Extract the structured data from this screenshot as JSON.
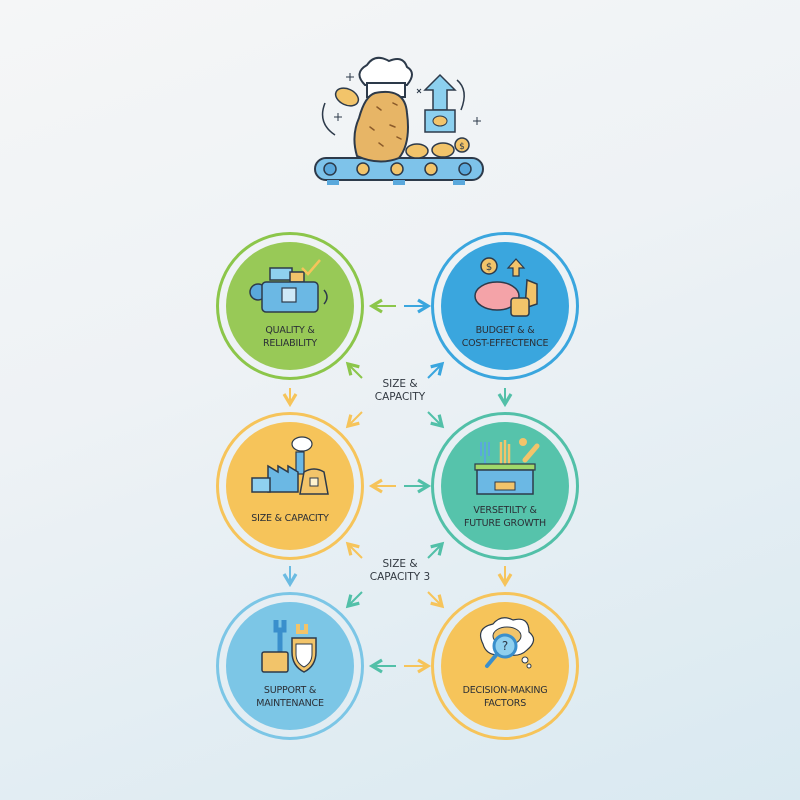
{
  "diagram": {
    "hero": {
      "icon": "potato-chef-conveyor-icon",
      "description": "Potato with chef hat on conveyor belt with chips, coin and up-arrow"
    },
    "colors": {
      "background_top": "#f5f6f7",
      "background_bottom": "#d9e9f1",
      "green": "#8cc64a",
      "blue": "#3aa6de",
      "yellow": "#f6c45a",
      "teal": "#52c0a8",
      "light_blue": "#7cc6e6",
      "text": "#2b2f36"
    },
    "nodes": [
      {
        "id": "quality",
        "label": "QUALITY &\nRELIABILITY",
        "color": "#8cc64a",
        "icon": "machine-check-icon"
      },
      {
        "id": "budget",
        "label": "BUDGET & &\nCOST-EFFECTENCE",
        "color": "#3aa6de",
        "icon": "piggy-bank-icon"
      },
      {
        "id": "size",
        "label": "SIZE & CAPACITY",
        "color": "#f6c45a",
        "icon": "factory-icon"
      },
      {
        "id": "versatility",
        "label": "VERSETILTY &\nFUTURE GROWTH",
        "color": "#52c0a8",
        "icon": "fries-machine-icon"
      },
      {
        "id": "support",
        "label": "SUPPORT &\nMAINTENANCE",
        "color": "#7cc6e6",
        "icon": "wrench-toolbox-icon"
      },
      {
        "id": "decision",
        "label": "DECISION-MAKING\nFACTORS",
        "color": "#f6c45a",
        "icon": "brain-magnifier-icon"
      }
    ],
    "center_labels": [
      {
        "text": "SIZE &\nCAPACITY"
      },
      {
        "text": "SIZE &\nCAPACITY 3"
      }
    ],
    "connections": [
      {
        "from": "quality",
        "to": "budget",
        "type": "bidirectional-horizontal"
      },
      {
        "from": "size",
        "to": "versatility",
        "type": "bidirectional-horizontal"
      },
      {
        "from": "support",
        "to": "decision",
        "type": "bidirectional-horizontal"
      },
      {
        "from": "quality",
        "to": "size",
        "type": "down"
      },
      {
        "from": "budget",
        "to": "versatility",
        "type": "down"
      },
      {
        "from": "size",
        "to": "support",
        "type": "down"
      },
      {
        "from": "versatility",
        "to": "decision",
        "type": "down"
      },
      {
        "from": "center-1",
        "to": "quality",
        "type": "diagonal"
      },
      {
        "from": "center-1",
        "to": "budget",
        "type": "diagonal"
      },
      {
        "from": "center-1",
        "to": "size",
        "type": "diagonal"
      },
      {
        "from": "center-1",
        "to": "versatility",
        "type": "diagonal"
      },
      {
        "from": "center-2",
        "to": "size",
        "type": "diagonal"
      },
      {
        "from": "center-2",
        "to": "versatility",
        "type": "diagonal"
      },
      {
        "from": "center-2",
        "to": "support",
        "type": "diagonal"
      },
      {
        "from": "center-2",
        "to": "decision",
        "type": "diagonal"
      }
    ]
  }
}
